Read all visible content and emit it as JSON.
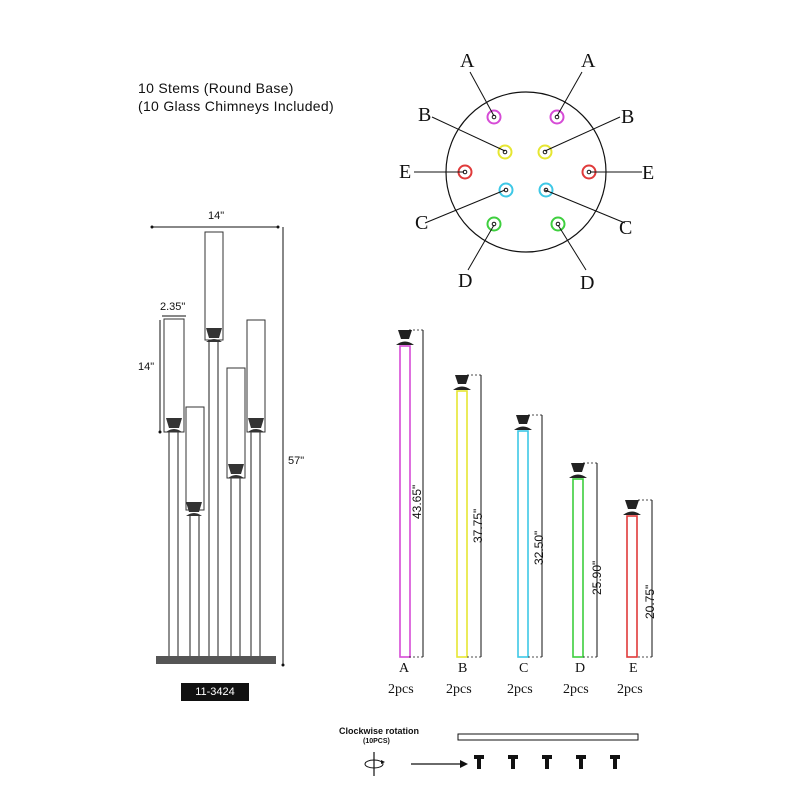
{
  "header": {
    "line1": "10 Stems (Round Base)",
    "line2": "(10 Glass Chimneys Included)"
  },
  "front_view": {
    "width_label": "14\"",
    "chimney_diameter_label": "2.35\"",
    "chimney_height_label": "14\"",
    "total_height_label": "57\"",
    "model": "11-3424"
  },
  "layout_view": {
    "positions": [
      {
        "label": "A",
        "color": "#d64bd6"
      },
      {
        "label": "B",
        "color": "#e6e632"
      },
      {
        "label": "E",
        "color": "#e03a3a"
      },
      {
        "label": "C",
        "color": "#3ec8e6"
      },
      {
        "label": "D",
        "color": "#3ecf3e"
      }
    ]
  },
  "stems": [
    {
      "label": "A",
      "length": "43.65\"",
      "qty": "2pcs",
      "color": "#d64bd6"
    },
    {
      "label": "B",
      "length": "37.75\"",
      "qty": "2pcs",
      "color": "#e6e632"
    },
    {
      "label": "C",
      "length": "32.50\"",
      "qty": "2pcs",
      "color": "#3ec8e6"
    },
    {
      "label": "D",
      "length": "25.90\"",
      "qty": "2pcs",
      "color": "#3ecf3e"
    },
    {
      "label": "E",
      "length": "20.75\"",
      "qty": "2pcs",
      "color": "#e03a3a"
    }
  ],
  "assembly": {
    "rotation_label": "Clockwise rotation",
    "count_label": "(10PCS)"
  }
}
